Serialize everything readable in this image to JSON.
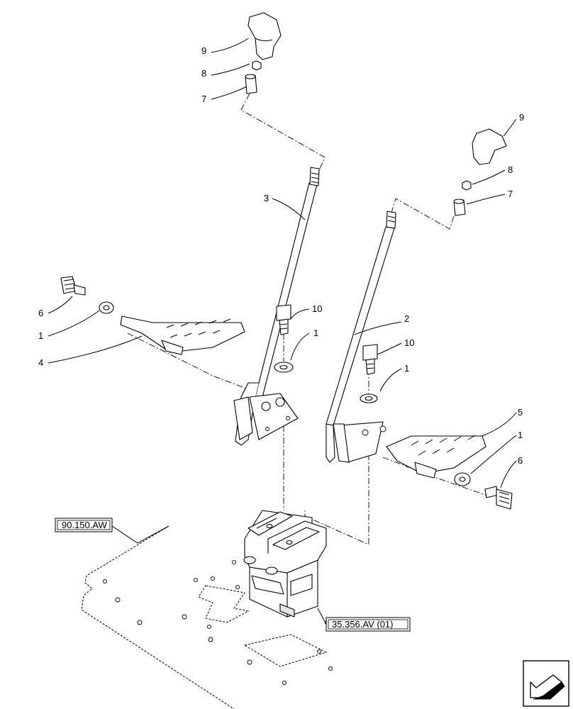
{
  "references": {
    "floor_plate": "90.150.AW",
    "control_valve": "35.356.AV (01)"
  },
  "callouts": {
    "left_knob": "9",
    "left_nut": "8",
    "left_sleeve": "7",
    "left_lever": "3",
    "left_screw": "6",
    "left_washer": "1",
    "left_pedal": "4",
    "center_screw_a": "10",
    "center_washer_a": "1",
    "right_knob": "9",
    "right_nut": "8",
    "right_sleeve": "7",
    "right_lever": "2",
    "center_screw_b": "10",
    "center_washer_b": "1",
    "right_pedal": "5",
    "right_washer": "1",
    "right_screw": "6"
  },
  "nav_icon": "arrow-back-icon"
}
